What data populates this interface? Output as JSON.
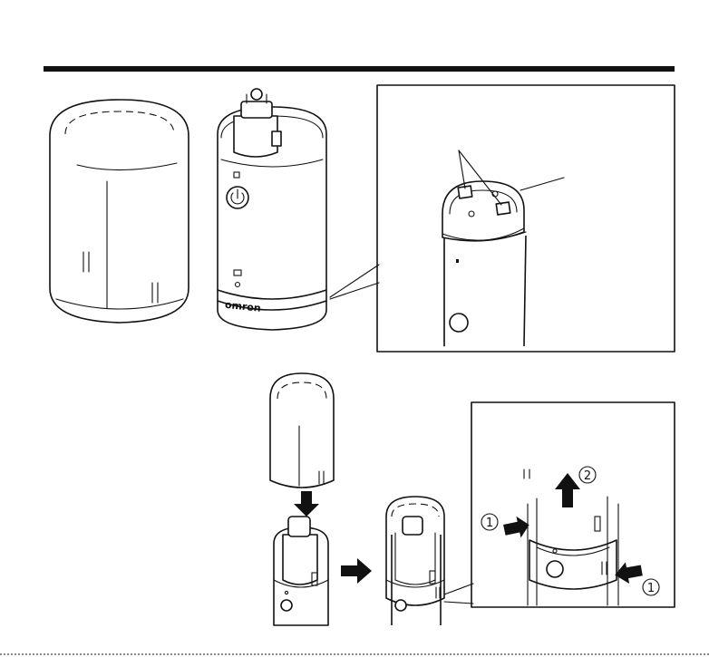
{
  "device": {
    "brand_text": "omron"
  },
  "callouts": {
    "step_1_left": "1",
    "step_2_up": "2",
    "step_1_right": "1"
  },
  "colors": {
    "ink": "#111111",
    "paper": "#ffffff",
    "shade": "#dcdcdc"
  }
}
